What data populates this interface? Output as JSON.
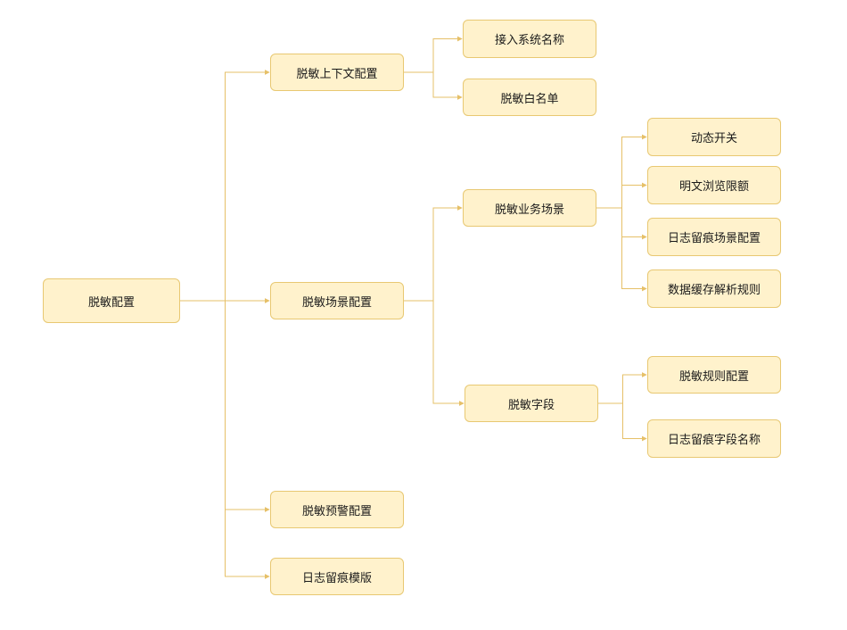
{
  "diagram": {
    "nodes": {
      "root": "脱敏配置",
      "context_config": "脱敏上下文配置",
      "scene_config": "脱敏场景配置",
      "warning_config": "脱敏预警配置",
      "log_template": "日志留痕模版",
      "system_name": "接入系统名称",
      "whitelist": "脱敏白名单",
      "business_scene": "脱敏业务场景",
      "field": "脱敏字段",
      "dynamic_switch": "动态开关",
      "plaintext_quota": "明文浏览限额",
      "log_scene_config": "日志留痕场景配置",
      "cache_parse_rule": "数据缓存解析规则",
      "rule_config": "脱敏规则配置",
      "log_field_name": "日志留痕字段名称"
    },
    "edges": [
      [
        "root",
        "context_config"
      ],
      [
        "root",
        "scene_config"
      ],
      [
        "root",
        "warning_config"
      ],
      [
        "root",
        "log_template"
      ],
      [
        "context_config",
        "system_name"
      ],
      [
        "context_config",
        "whitelist"
      ],
      [
        "scene_config",
        "business_scene"
      ],
      [
        "scene_config",
        "field"
      ],
      [
        "business_scene",
        "dynamic_switch"
      ],
      [
        "business_scene",
        "plaintext_quota"
      ],
      [
        "business_scene",
        "log_scene_config"
      ],
      [
        "business_scene",
        "cache_parse_rule"
      ],
      [
        "field",
        "rule_config"
      ],
      [
        "field",
        "log_field_name"
      ]
    ],
    "colors": {
      "node_fill": "#fff2cc",
      "node_border": "#e8c872",
      "connector": "#e6c068"
    }
  }
}
